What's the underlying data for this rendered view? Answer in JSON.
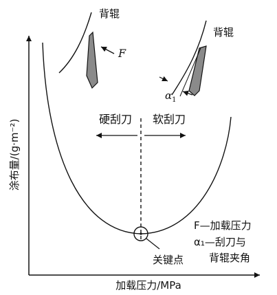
{
  "labels": {
    "roller_left": "背辊",
    "roller_right": "背辊",
    "force_symbol": "F",
    "alpha_symbol": "α",
    "alpha_subscript": "1",
    "hard_blade": "硬刮刀",
    "soft_blade": "软刮刀",
    "key_point": "关键点",
    "y_axis": "涂布量/(g·m⁻²)",
    "x_axis": "加载压力/MPa",
    "legend_f": "F—加载压力",
    "legend_alpha_line1": "α₁—刮刀与",
    "legend_alpha_line2": "背辊夹角"
  },
  "colors": {
    "stroke": "#111111",
    "blade_fill": "#8a8a8a"
  }
}
